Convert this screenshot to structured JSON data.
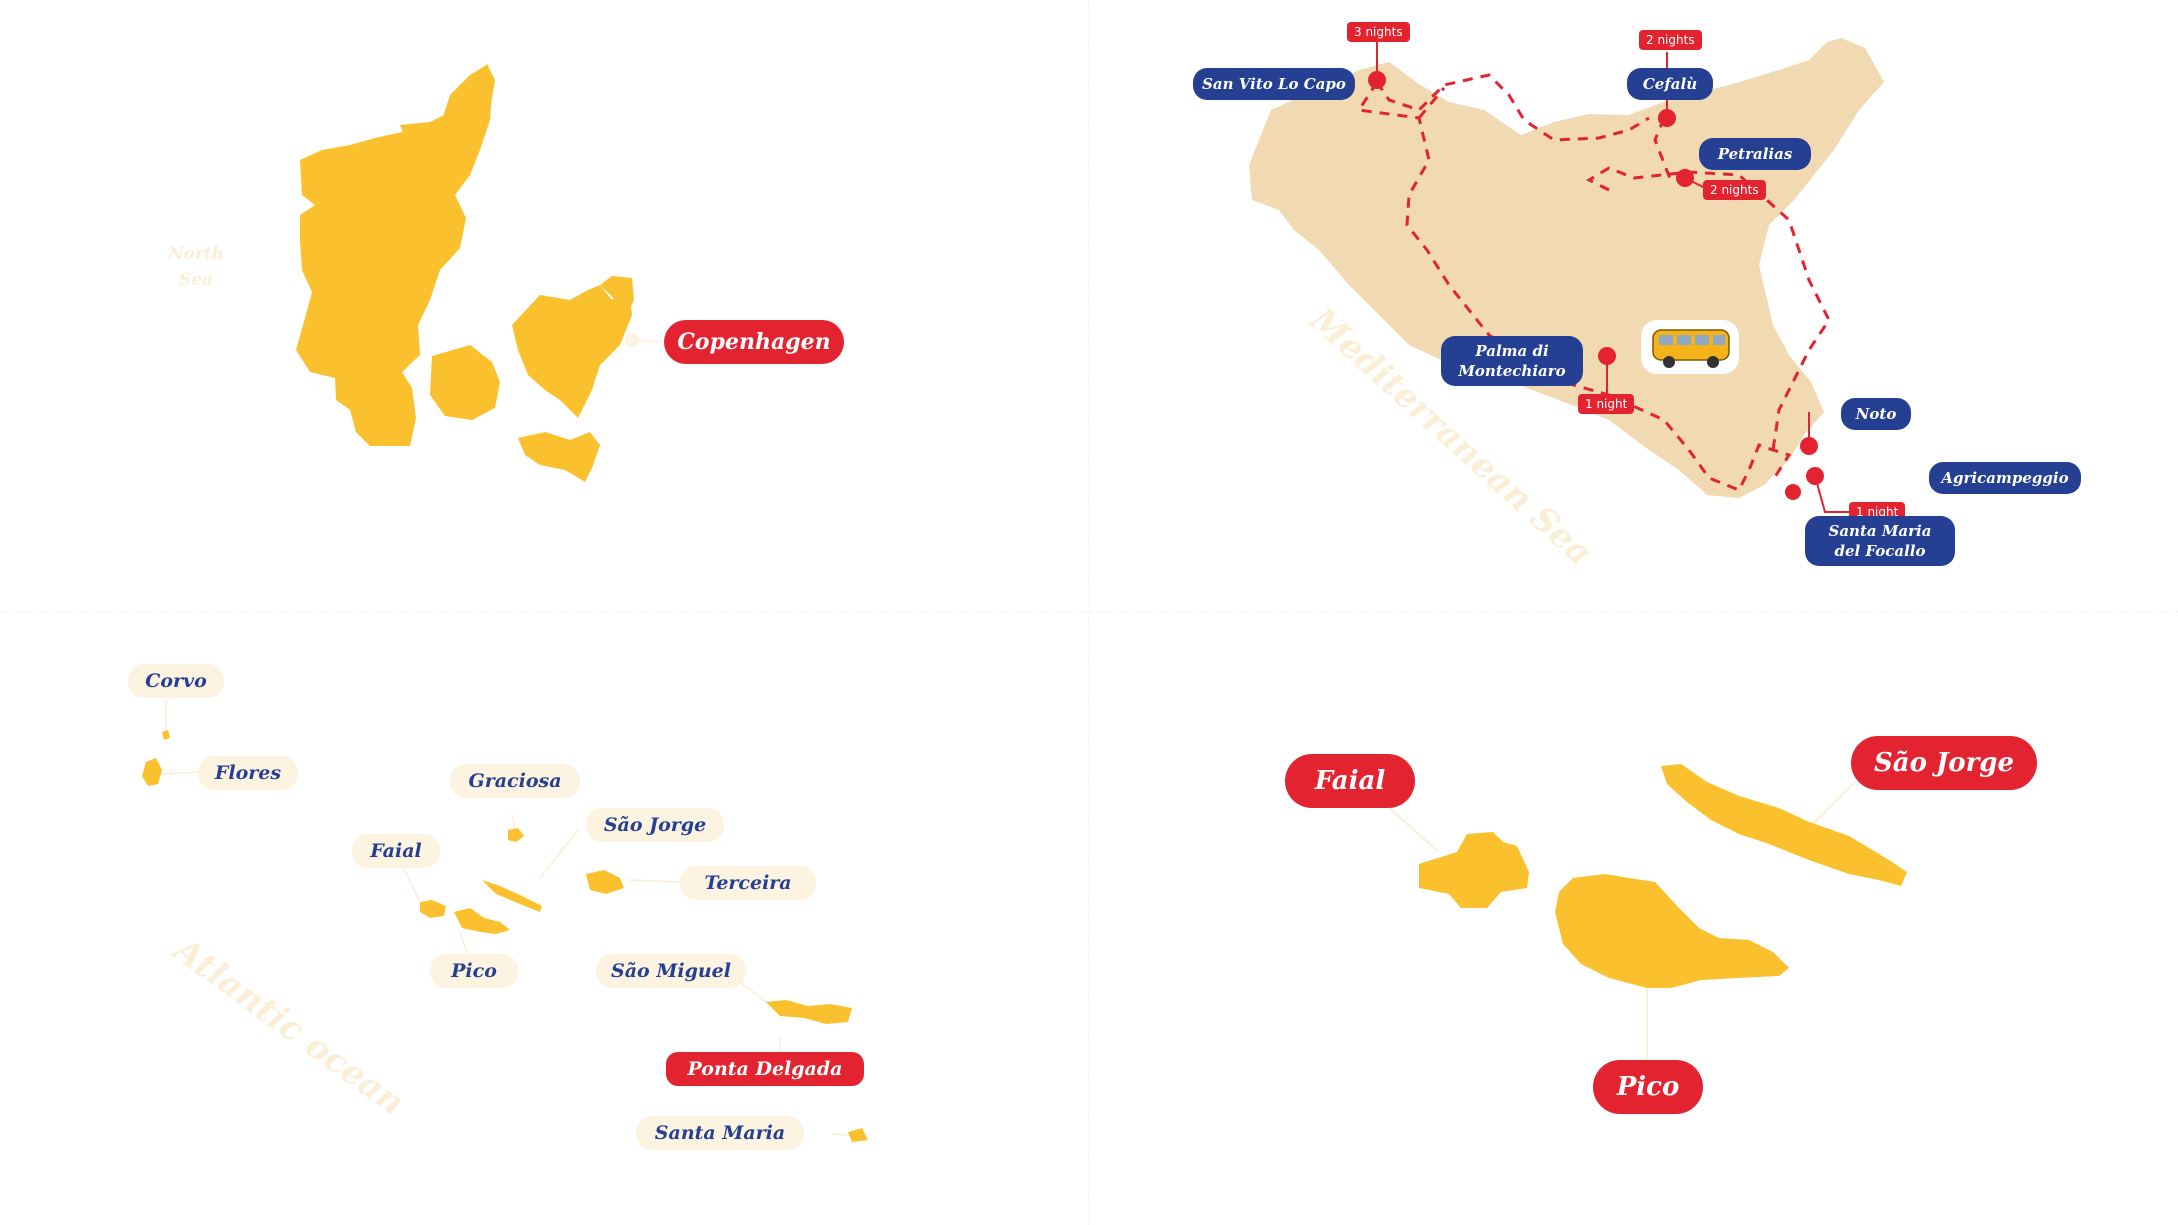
{
  "colors": {
    "land": "#fbc02d",
    "sicily_land": "#f1d9b2",
    "red": "#e32330",
    "blue": "#253f93",
    "cream": "#fdf3e1",
    "sea_text": "#fbeed6"
  },
  "denmark": {
    "sea_label": "North\nSea",
    "capital": "Copenhagen"
  },
  "sicily": {
    "sea_label": "Mediterranean Sea",
    "stops": {
      "san_vito": {
        "name": "San Vito Lo Capo",
        "stay": "3 nights"
      },
      "cefalu": {
        "name": "Cefalù",
        "stay": "2 nights"
      },
      "petralias": {
        "name": "Petralias",
        "stay": "2 nights"
      },
      "palma": {
        "name": "Palma di\nMontechiaro",
        "stay": "1 night"
      },
      "noto": {
        "name": "Noto"
      },
      "agricampeggio": {
        "name": "Agricampeggio",
        "stay": "1 night"
      },
      "santa_maria": {
        "name": "Santa Maria\ndel Focallo"
      }
    },
    "van_icon": "camper-van-icon"
  },
  "azores": {
    "sea_label": "Atlantic ocean",
    "islands": {
      "corvo": "Corvo",
      "flores": "Flores",
      "graciosa": "Graciosa",
      "sao_jorge": "São Jorge",
      "faial": "Faial",
      "terceira": "Terceira",
      "pico": "Pico",
      "sao_miguel": "São Miguel",
      "santa_maria": "Santa Maria"
    },
    "highlight": "Ponta Delgada"
  },
  "central_group": {
    "faial": "Faial",
    "sao_jorge": "São Jorge",
    "pico": "Pico"
  }
}
